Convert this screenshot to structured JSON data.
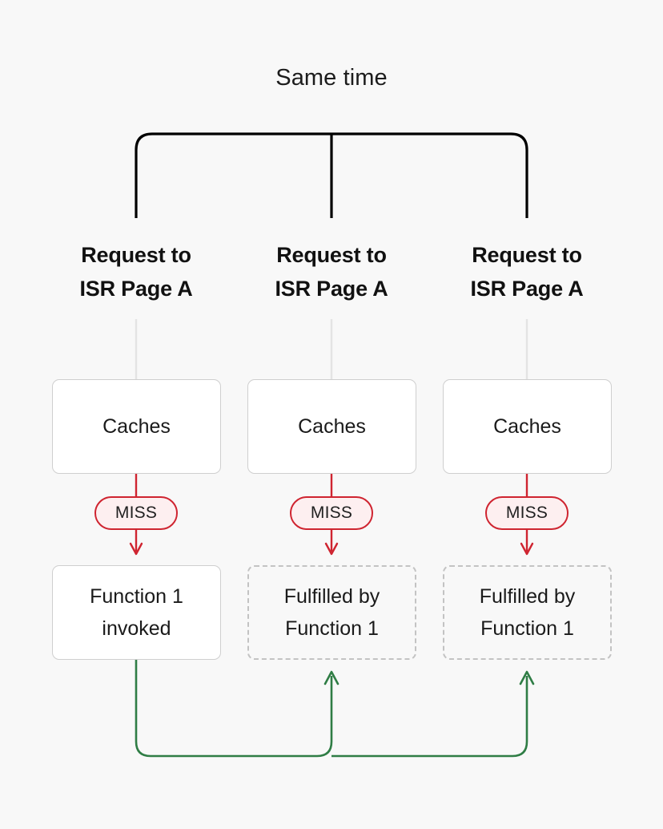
{
  "diagram": {
    "title": "Same time",
    "background_color": "#f8f8f8",
    "colors": {
      "bracket": "#000000",
      "box_border": "#cfcfcf",
      "dashed_border": "#c3c3c3",
      "miss_border": "#cf2430",
      "miss_fill": "#fdeff0",
      "miss_arrow": "#cf2430",
      "green_arrow": "#2f7d45",
      "faint_connector": "#e4e4e4",
      "text": "#1a1a1a"
    },
    "columns": [
      {
        "id": "column-1",
        "heading_line1": "Request to",
        "heading_line2": "ISR Page A",
        "cache_label": "Caches",
        "badge_label": "MISS",
        "result_line1": "Function 1",
        "result_line2": "invoked",
        "result_style": "solid"
      },
      {
        "id": "column-2",
        "heading_line1": "Request to",
        "heading_line2": "ISR Page A",
        "cache_label": "Caches",
        "badge_label": "MISS",
        "result_line1": "Fulfilled by",
        "result_line2": "Function 1",
        "result_style": "dashed"
      },
      {
        "id": "column-3",
        "heading_line1": "Request to",
        "heading_line2": "ISR Page A",
        "cache_label": "Caches",
        "badge_label": "MISS",
        "result_line1": "Fulfilled by",
        "result_line2": "Function 1",
        "result_style": "dashed"
      }
    ]
  }
}
